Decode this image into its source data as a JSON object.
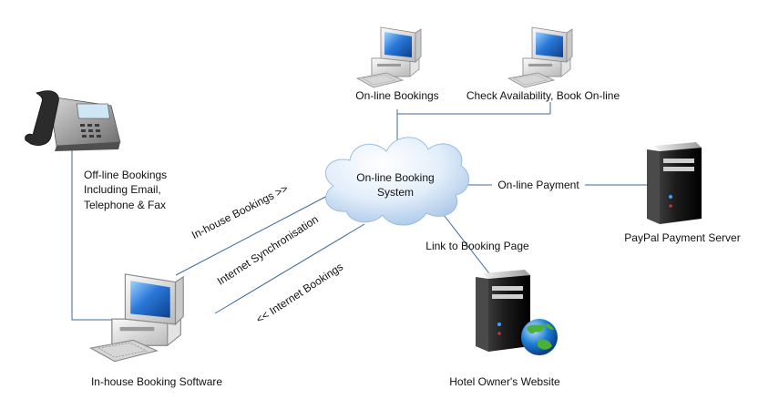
{
  "nodes": {
    "phone": {
      "icon": "desk-phone-icon"
    },
    "online_pc_1": {
      "icon": "desktop-computer-icon",
      "label": "On-line Bookings"
    },
    "online_pc_2": {
      "icon": "desktop-computer-icon",
      "label": "Check Availability, Book On-line"
    },
    "cloud": {
      "icon": "cloud-icon",
      "label_line1": "On-line Booking",
      "label_line2": "System"
    },
    "paypal": {
      "icon": "server-tower-icon",
      "label": "PayPal Payment Server"
    },
    "website": {
      "icon": "web-server-globe-icon",
      "label": "Hotel Owner's Website"
    },
    "inhouse": {
      "icon": "desktop-computer-icon",
      "label": "In-house Booking Software"
    },
    "offline_text": {
      "line1": "Off-line Bookings",
      "line2": "Including Email,",
      "line3": "Telephone & Fax"
    }
  },
  "edges": {
    "online_payment": "On-line Payment",
    "link_booking_page": "Link to Booking Page",
    "inhouse_bookings": "In-house Bookings >>",
    "internet_sync": "Internet Synchronisation",
    "internet_bookings": "<< Internet Bookings"
  },
  "colors": {
    "connector": "#3d6a9a",
    "cloud_light": "#ffffff",
    "cloud_dark": "#a9c7e8",
    "screen": "#2a78d8",
    "server_dark": "#1b1b1b",
    "globe_blue": "#1e7fd6",
    "globe_green": "#4caf3a"
  }
}
